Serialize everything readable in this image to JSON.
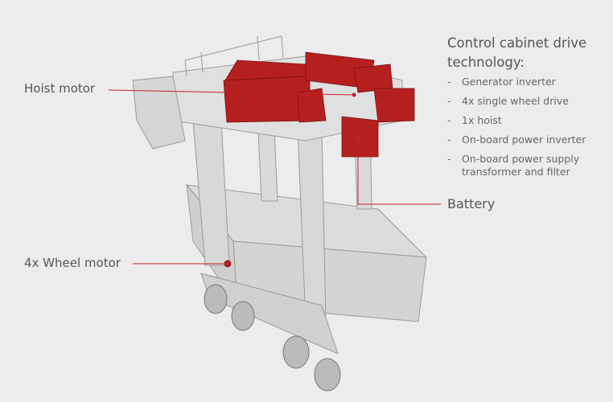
{
  "labels": {
    "hoist_motor": "Hoist motor",
    "wheel_motor": "4x Wheel motor",
    "battery": "Battery"
  },
  "cabinet": {
    "title": "Control cabinet drive technology:",
    "items": [
      "Generator inverter",
      "4x single wheel drive",
      "1x hoist",
      "On-board power inverter",
      "On-board power supply transformer and filter"
    ],
    "bullet": "-"
  },
  "colors": {
    "background": "#ececec",
    "accent": "#c8202a",
    "component_red": "#b5201f",
    "wireframe": "#9a9a9a"
  }
}
